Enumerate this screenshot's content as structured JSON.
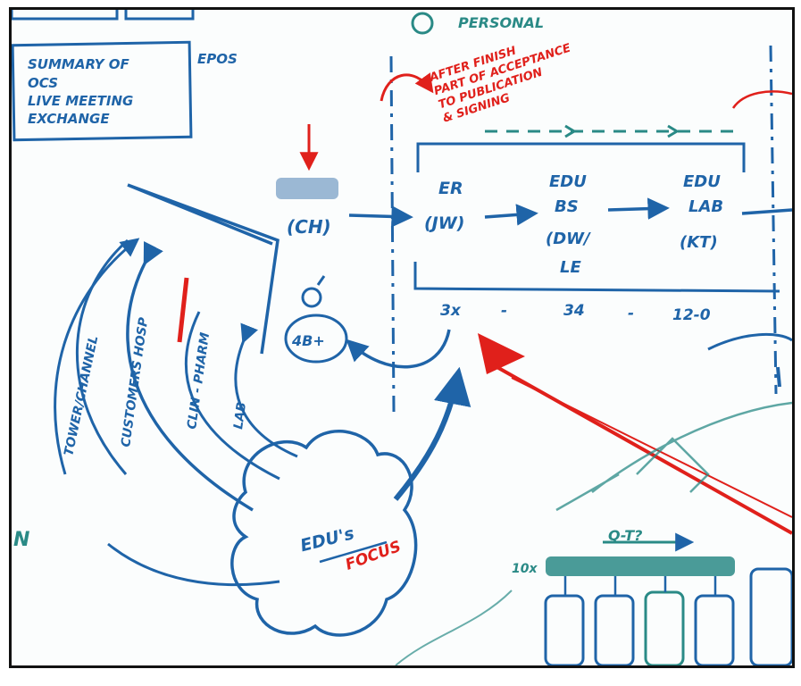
{
  "colors": {
    "marker_blue": "#1f64a8",
    "marker_teal": "#2a8a86",
    "marker_red": "#e0201b",
    "board": "#fbfdfd",
    "frame": "#111111"
  },
  "box_top_left": {
    "lines": [
      "SUMMARY OF",
      "OCS",
      "LIVE MEETING",
      "EXCHANGE"
    ]
  },
  "side_note": "EPOS",
  "top_label": "PERSONAL",
  "red_note": {
    "lines": [
      "AFTER FINISH",
      "PART OF ACCEPTANCE",
      "TO PUBLICATION",
      "& SIGNING"
    ]
  },
  "start_node": {
    "label": "(CH)"
  },
  "flow_nodes": [
    {
      "lines": [
        "ER",
        "(JW)"
      ]
    },
    {
      "lines": [
        "EDU",
        "BS",
        "(DW/",
        "LE"
      ]
    },
    {
      "lines": [
        "EDU",
        "LAB",
        "(KT)"
      ]
    }
  ],
  "timeline": [
    "3x",
    "-",
    "34",
    "-",
    "12-0"
  ],
  "loop_label": "4B+",
  "arc_labels": [
    "TOWER/CHANNEL",
    "CUSTOMERS HOSP",
    "CLIN - PHARM",
    "LAB"
  ],
  "cloud_label": "EDU's",
  "cloud_red_label": "FOCUS",
  "bottom_label": "Q-T?",
  "bottom_side": "10x",
  "left_edge": "N"
}
